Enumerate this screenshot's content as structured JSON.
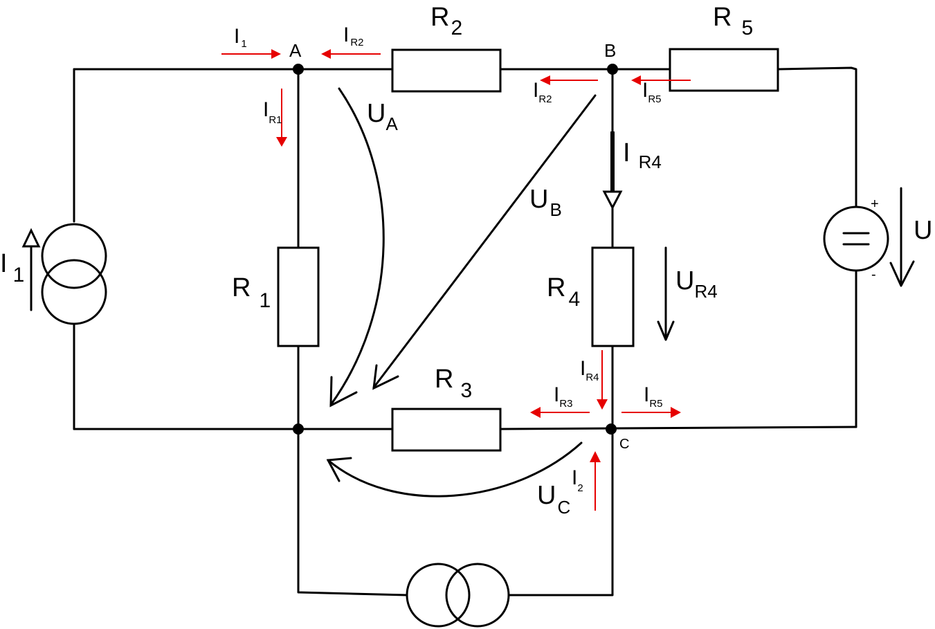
{
  "nodes": {
    "a": "A",
    "b": "B",
    "c": "C"
  },
  "resistors": {
    "r1": {
      "main": "R",
      "sub": "1"
    },
    "r2": {
      "main": "R",
      "sub": "2"
    },
    "r3": {
      "main": "R",
      "sub": "3"
    },
    "r4": {
      "main": "R",
      "sub": "4"
    },
    "r5": {
      "main": "R",
      "sub": "5"
    }
  },
  "sources": {
    "i1": {
      "main": "I",
      "sub": "1"
    },
    "u": {
      "main": "U",
      "plus": "+",
      "minus": "-",
      "symbol": "="
    }
  },
  "voltages": {
    "ua": {
      "main": "U",
      "sub": "A"
    },
    "ub": {
      "main": "U",
      "sub": "B"
    },
    "uc": {
      "main": "U",
      "sub": "C"
    },
    "ur4": {
      "main": "U",
      "sub": "R4"
    }
  },
  "currents": {
    "i1_top": {
      "main": "I",
      "sub": "1"
    },
    "ir2_a": {
      "main": "I",
      "sub": "R2"
    },
    "ir1": {
      "main": "I",
      "sub": "R1"
    },
    "ir2_b": {
      "main": "I",
      "sub": "R2"
    },
    "ir5_b": {
      "main": "I",
      "sub": "R5"
    },
    "ir4_b": {
      "main": "I",
      "sub": "R4"
    },
    "ir4_c": {
      "main": "I",
      "sub": "R4"
    },
    "ir3": {
      "main": "I",
      "sub": "R3"
    },
    "ir5_c": {
      "main": "I",
      "sub": "R5"
    },
    "i2": {
      "main": "I",
      "sub": "2"
    }
  },
  "colors": {
    "wire": "#000000",
    "current_arrow": "#e60000"
  }
}
